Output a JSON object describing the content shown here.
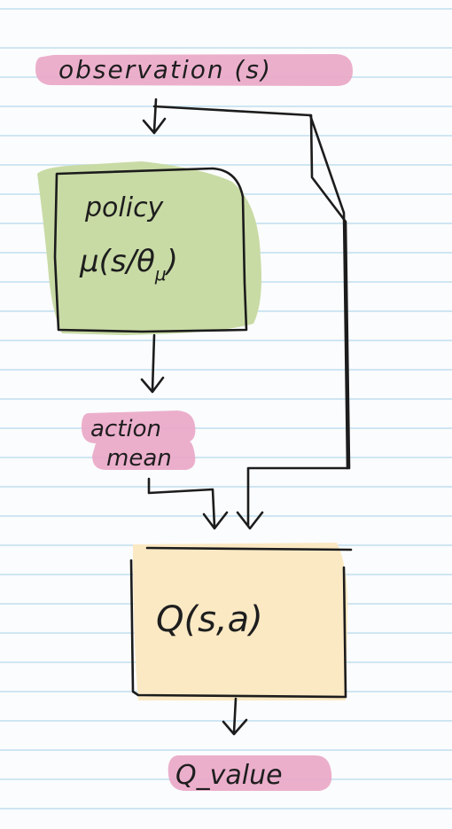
{
  "diagram": {
    "observation": "observation (s)",
    "policy_title": "policy",
    "policy_formula_prefix": "μ(s/θ",
    "policy_formula_sub": "μ",
    "policy_formula_suffix": ")",
    "action_line1": "action",
    "action_line2": "mean",
    "critic": "Q(s,a)",
    "q_value": "Q_value"
  },
  "colors": {
    "highlight_pink": "#e9a6c6",
    "policy_green": "#c9dba5",
    "critic_yellow": "#fbe9c4",
    "ink": "#1c1c1c",
    "ruled_line": "#cfe6f2"
  }
}
